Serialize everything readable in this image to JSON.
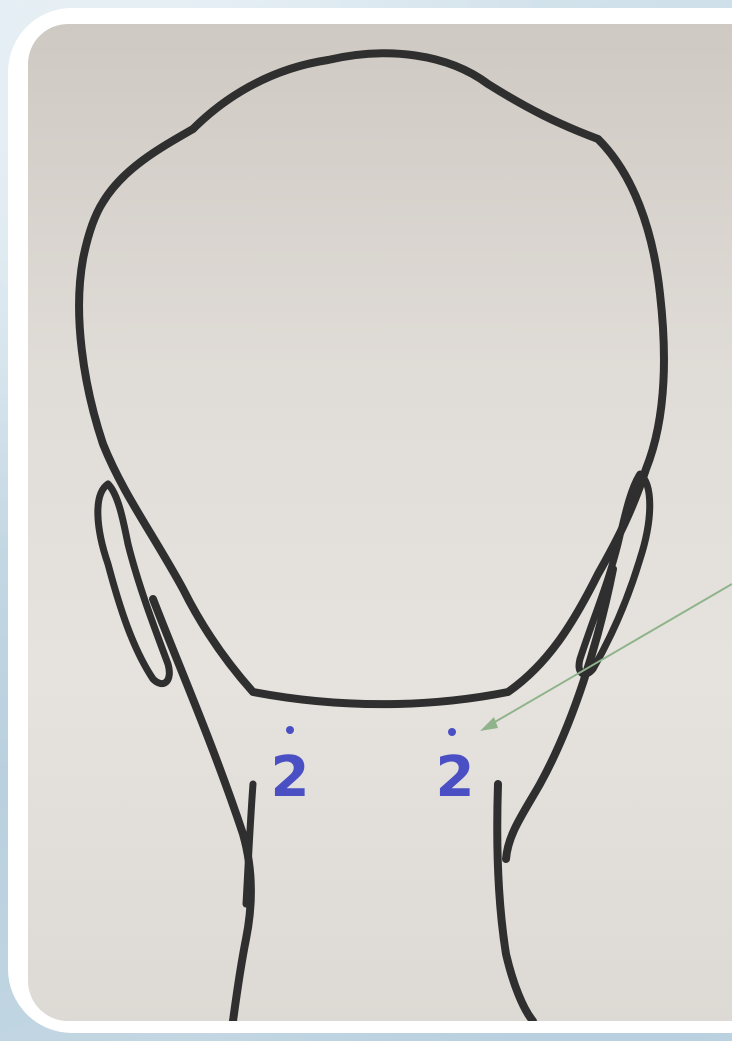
{
  "figure": {
    "kind": "head-back-diagram",
    "points": [
      {
        "label": "2",
        "side": "left"
      },
      {
        "label": "2",
        "side": "right"
      }
    ],
    "arrow": {
      "target": "right-point-2",
      "color": "#8fb38a"
    },
    "colors": {
      "outline": "#2f2f2f",
      "point_label": "#4a4fc4",
      "paper": "#e3dfda",
      "frame": "#ffffff",
      "background": "#c8dbe6"
    }
  }
}
